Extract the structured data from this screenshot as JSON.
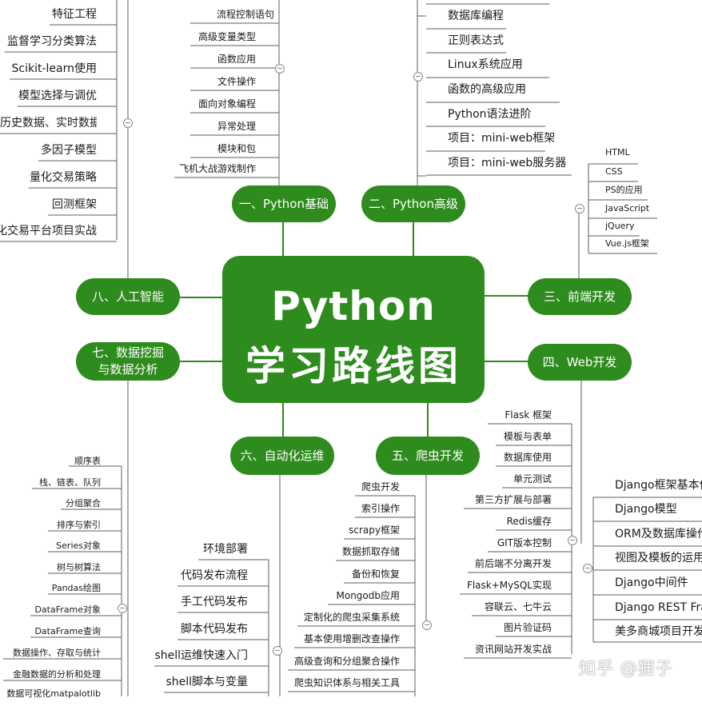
{
  "center": {
    "line1": "Python",
    "line2": "学习路线图"
  },
  "watermark": "知乎 @狸子",
  "branches": {
    "b1": {
      "label": "一、Python基础",
      "items": [
        "流程控制语句",
        "高级变量类型",
        "函数应用",
        "文件操作",
        "面向对象编程",
        "异常处理",
        "模块和包",
        "飞机大战游戏制作"
      ]
    },
    "b2": {
      "label": "二、Python高级",
      "items": [
        "数据库编程",
        "正则表达式",
        "Linux系统应用",
        "函数的高级应用",
        "Python语法进阶",
        "项目：mini-web框架",
        "项目：mini-web服务器"
      ]
    },
    "b3": {
      "label": "三、前端开发",
      "items": [
        "HTML",
        "CSS",
        "PS的应用",
        "JavaScript",
        "jQuery",
        "Vue.js框架"
      ]
    },
    "b4": {
      "label": "四、Web开发",
      "items": [
        "Flask  框架",
        "模板与表单",
        "数据库使用",
        "单元测试",
        "第三方扩展与部署",
        "Redis缓存",
        "GIT版本控制",
        "前后端不分离开发",
        "Flask+MySQL实现",
        "容联云、七牛云",
        "图片验证码",
        "资讯网站开发实战"
      ],
      "django": [
        "Django框架基本使",
        "Django模型",
        "ORM及数据库操作",
        "视图及模板的运用",
        "Django中间件",
        "Django REST Fram",
        "美多商城项目开发实"
      ]
    },
    "b5": {
      "label": "五、爬虫开发",
      "items": [
        "爬虫开发",
        "索引操作",
        "scrapy框架",
        "数据抓取存储",
        "备份和恢复",
        "Mongodb应用",
        "定制化的爬虫采集系统",
        "基本使用增删改查操作",
        "高级查询和分组聚合操作",
        "爬虫知识体系与相关工具"
      ]
    },
    "b6": {
      "label": "六、自动化运维",
      "items": [
        "环境部署",
        "代码发布流程",
        "手工代码发布",
        "脚本代码发布",
        "shell运维快速入门",
        "shell脚本与变量"
      ]
    },
    "b7": {
      "label": "七、数据挖掘\n与数据分析",
      "items": [
        "顺序表",
        "栈、链表、队列",
        "分组聚合",
        "排序与索引",
        "Series对象",
        "树与树算法",
        "Pandas绘图",
        "DataFrame对象",
        "DataFrame查询",
        "数据操作、存取与统计",
        "金融数据的分析和处理",
        "数据可视化matpalotlib"
      ]
    },
    "b8": {
      "label": "八、人工智能",
      "items": [
        "特征工程",
        "监督学习分类算法",
        "Scikit-learn使用",
        "模型选择与调优",
        "历史数据、实时数据",
        "多因子模型",
        "量化交易策略",
        "回测框架",
        "量化交易平台项目实战"
      ]
    }
  }
}
